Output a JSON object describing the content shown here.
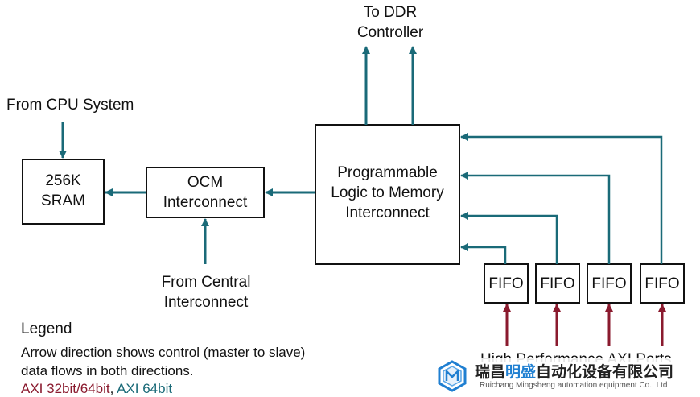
{
  "colors": {
    "teal": "#1a6a78",
    "red": "#8a1a2e",
    "box_stroke": "#111111",
    "watermark_blue": "#1f7fd1"
  },
  "labels": {
    "to_ddr_line1": "To DDR",
    "to_ddr_line2": "Controller",
    "from_cpu": "From CPU System",
    "sram_line1": "256K",
    "sram_line2": "SRAM",
    "ocm_line1": "OCM",
    "ocm_line2": "Interconnect",
    "plm_line1": "Programmable",
    "plm_line2": "Logic to Memory",
    "plm_line3": "Interconnect",
    "from_central_line1": "From Central",
    "from_central_line2": "Interconnect",
    "fifo": [
      "FIFO",
      "FIFO",
      "FIFO",
      "FIFO"
    ],
    "hp_ports": "High Performance AXI Ports"
  },
  "legend": {
    "title": "Legend",
    "line1": "Arrow direction shows control (master to slave)",
    "line2": "data flows in both directions.",
    "axi_red": "AXI 32bit/64bit",
    "sep": ", ",
    "axi_teal": "AXI 64bit"
  },
  "watermark": {
    "cn_a": "瑞昌",
    "cn_b": "明盛",
    "cn_c": "自动化设备有限公司",
    "en": "Ruichang Mingsheng automation equipment Co., Ltd"
  }
}
